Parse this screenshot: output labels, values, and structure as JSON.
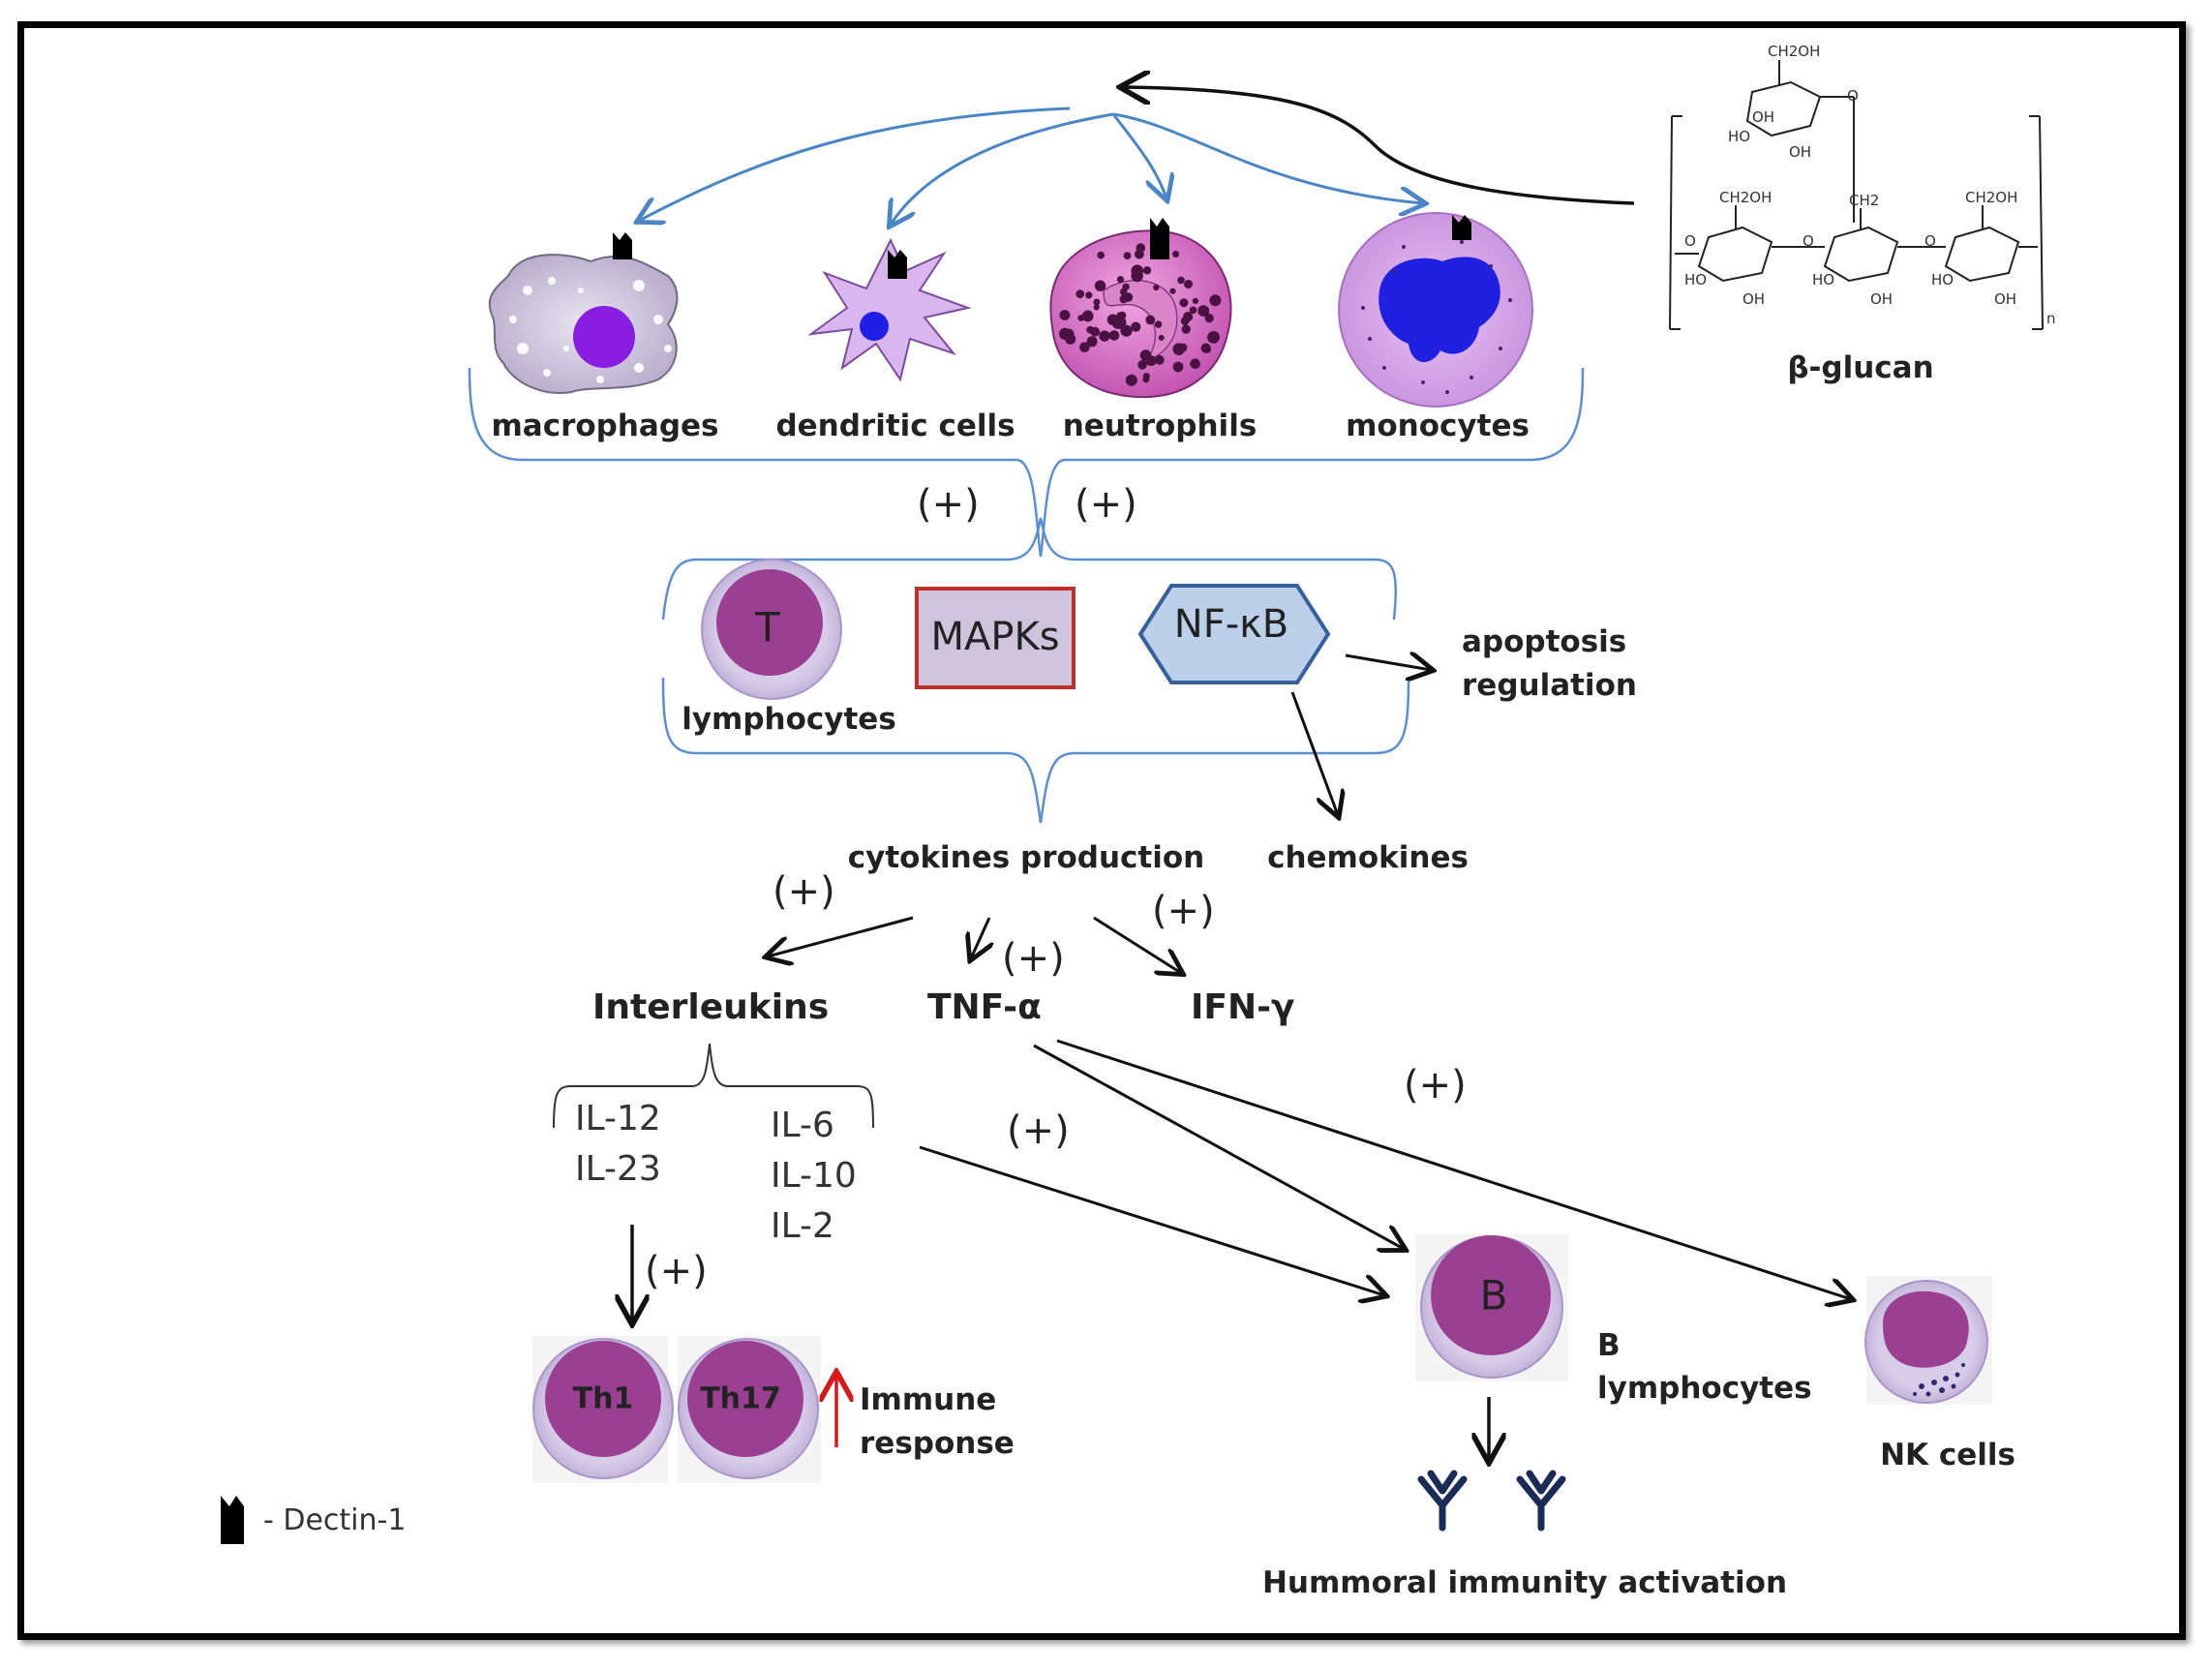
{
  "cells": {
    "macrophages": "macrophages",
    "dendritic": "dendritic cells",
    "neutrophils": "neutrophils",
    "monocytes": "monocytes"
  },
  "glucan": {
    "label": "β-glucan",
    "atoms": {
      "ch2oh": "CH2OH",
      "ch2": "CH2",
      "oh": "OH",
      "ho": "HO",
      "o": "O",
      "beta": "β",
      "n": "n"
    }
  },
  "plus": "(+)",
  "middle": {
    "t_letter": "T",
    "lymphocytes": "lymphocytes",
    "mapks": "MAPKs",
    "nfkb": "NF-κB",
    "apoptosis_line1": "apoptosis",
    "apoptosis_line2": "regulation"
  },
  "cytokines": "cytokines production",
  "chemokines": "chemokines",
  "interleukins": "Interleukins",
  "tnf": "TNF-α",
  "ifn": "IFN-γ",
  "il_left": [
    "IL-12",
    "IL-23"
  ],
  "il_right": [
    "IL-6",
    "IL-10",
    "IL-2"
  ],
  "th1": "Th1",
  "th17": "Th17",
  "immune_line1": "Immune",
  "immune_line2": "response",
  "b_letter": "B",
  "b_line1": "B",
  "b_line2": "lymphocytes",
  "nk": "NK cells",
  "humoral": "Hummoral immunity activation",
  "legend": "- Dectin-1",
  "colors": {
    "arrow_blue": "#4a86c5",
    "bracket_blue": "#5b8fcf",
    "purple": "#9b3f93",
    "red_arrow": "#d7191c"
  }
}
